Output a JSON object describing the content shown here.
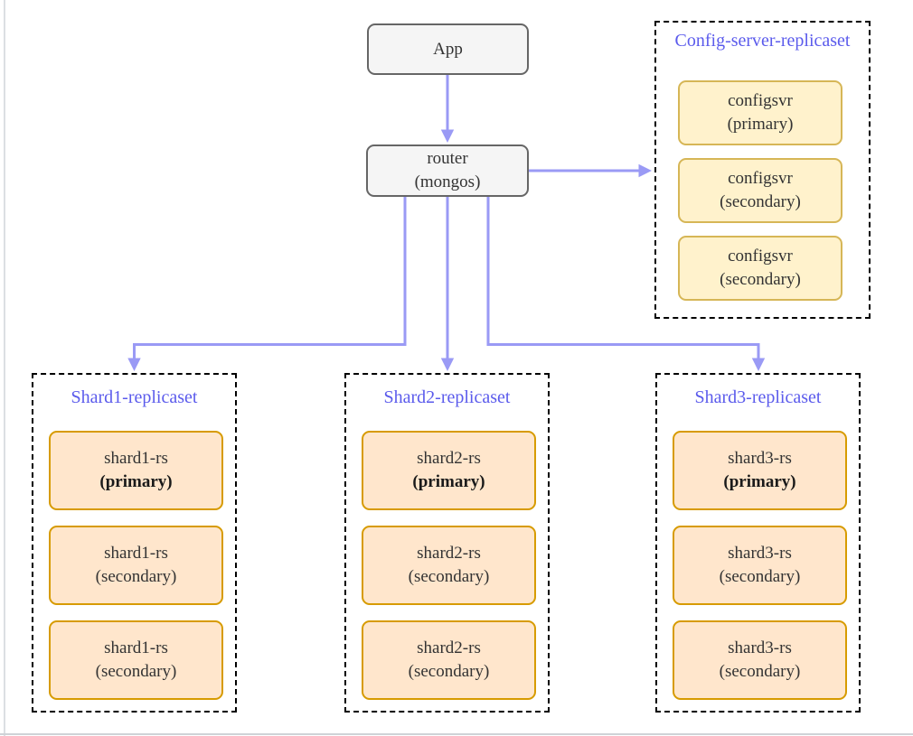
{
  "nodes": {
    "app": {
      "label": "App"
    },
    "router": {
      "line1": "router",
      "line2": "(mongos)"
    }
  },
  "groups": {
    "config": {
      "title": "Config-server-replicaset",
      "nodes": [
        {
          "name": "configsvr",
          "role": "(primary)"
        },
        {
          "name": "configsvr",
          "role": "(secondary)"
        },
        {
          "name": "configsvr",
          "role": "(secondary)"
        }
      ]
    },
    "shard1": {
      "title": "Shard1-replicaset",
      "nodes": [
        {
          "name": "shard1-rs",
          "role": "(primary)"
        },
        {
          "name": "shard1-rs",
          "role": "(secondary)"
        },
        {
          "name": "shard1-rs",
          "role": "(secondary)"
        }
      ]
    },
    "shard2": {
      "title": "Shard2-replicaset",
      "nodes": [
        {
          "name": "shard2-rs",
          "role": "(primary)"
        },
        {
          "name": "shard2-rs",
          "role": "(secondary)"
        },
        {
          "name": "shard2-rs",
          "role": "(secondary)"
        }
      ]
    },
    "shard3": {
      "title": "Shard3-replicaset",
      "nodes": [
        {
          "name": "shard3-rs",
          "role": "(primary)"
        },
        {
          "name": "shard3-rs",
          "role": "(secondary)"
        },
        {
          "name": "shard3-rs",
          "role": "(secondary)"
        }
      ]
    }
  },
  "colors": {
    "connector": "#9a9af5",
    "group_title": "#5b5bec",
    "gray_fill": "#f5f5f5",
    "gray_border": "#666666",
    "yellow_fill": "#fff2cc",
    "yellow_border": "#d6b656",
    "orange_fill": "#ffe6cc",
    "orange_border": "#d79b00"
  }
}
